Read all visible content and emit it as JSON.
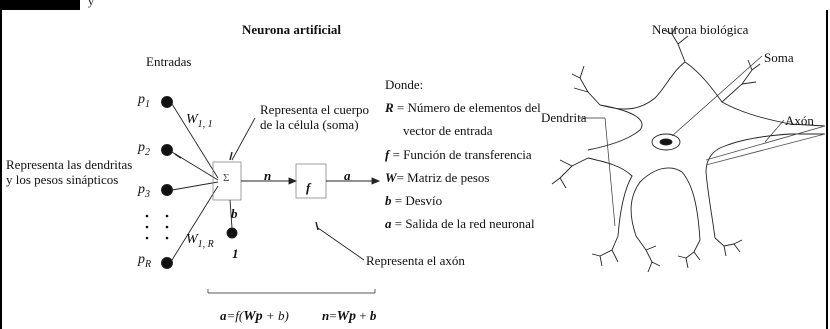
{
  "header": {
    "title_fragment": "y"
  },
  "artificial": {
    "title": "Neurona artificial",
    "entradas_label": "Entradas",
    "inputs": [
      {
        "base": "p",
        "sub": "1"
      },
      {
        "base": "p",
        "sub": "2"
      },
      {
        "base": "p",
        "sub": "3"
      },
      {
        "base": "p",
        "sub": "R"
      }
    ],
    "weight_top": {
      "base": "W",
      "sub": "1, 1"
    },
    "weight_bottom": {
      "base": "W",
      "sub": "1, R"
    },
    "dendrites_note": [
      "Representa las dendritas",
      "y los pesos sinápticos"
    ],
    "soma_note": [
      "Representa el cuerpo",
      "de la célula (soma)"
    ],
    "sum_symbol": "Σ",
    "n_label": "n",
    "f_label": "f",
    "a_label": "a",
    "bias_label": "b",
    "bias_input": "1",
    "axon_note": "Representa el axón",
    "formula_a": {
      "lhs": "a",
      "rest": "=f(",
      "wp": "Wp",
      "tail": " + b)"
    },
    "formula_n": {
      "lhs": "n",
      "eq": "=",
      "wp": "Wp",
      "tail": " + ",
      "b": "b"
    },
    "legend_title": "Donde:",
    "legend": [
      {
        "sym": "R",
        "text": " = Número de elementos del"
      },
      {
        "sym": "",
        "text": "vector de entrada"
      },
      {
        "sym": "f",
        "text": " = Función de transferencia"
      },
      {
        "sym": "W",
        "text": "= Matriz de pesos"
      },
      {
        "sym": "b",
        "text": " = Desvío"
      },
      {
        "sym": "a",
        "text": " = Salida de la red neuronal"
      }
    ]
  },
  "biological": {
    "title": "Neurona biológica",
    "soma": "Soma",
    "dendrita": "Dendrita",
    "axon": "Axón"
  }
}
